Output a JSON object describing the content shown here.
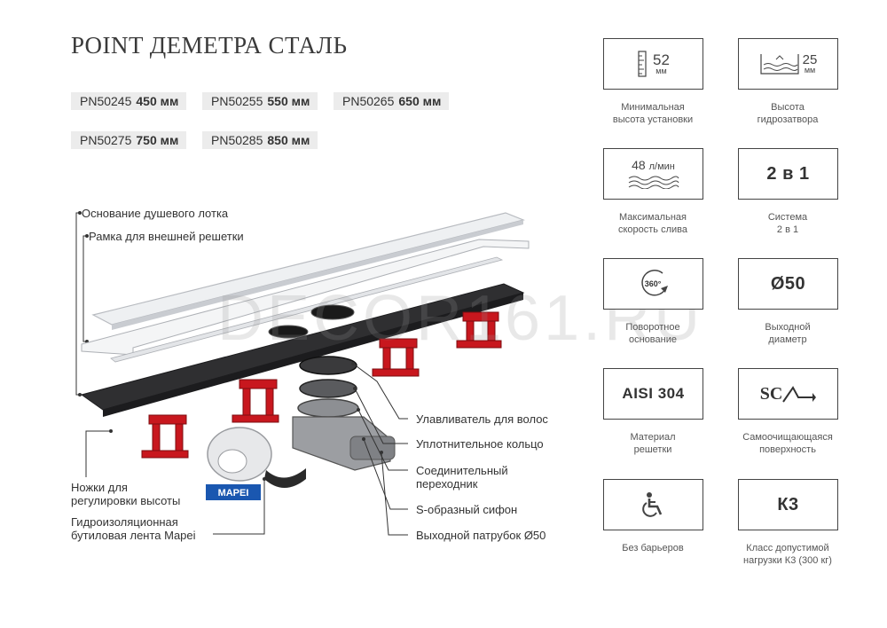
{
  "title": "POINT ДЕМЕТРА СТАЛЬ",
  "skus": [
    {
      "code": "PN50245",
      "size": "450 мм"
    },
    {
      "code": "PN50255",
      "size": "550 мм"
    },
    {
      "code": "PN50265",
      "size": "650 мм"
    },
    {
      "code": "PN50275",
      "size": "750 мм"
    },
    {
      "code": "PN50285",
      "size": "850 мм"
    }
  ],
  "callouts": {
    "base": "Основание душевого лотка",
    "frame": "Рамка для внешней решетки",
    "legs_1": "Ножки для",
    "legs_2": "регулировки высоты",
    "tape_1": "Гидроизоляционная",
    "tape_2": "бутиловая лента Mapei",
    "hair": "Улавливатель для волос",
    "ring": "Уплотнительное кольцо",
    "adapter_1": "Соединительный",
    "adapter_2": "переходник",
    "siphon": "S-образный сифон",
    "outlet": "Выходной патрубок Ø50"
  },
  "brand_logo": "MAPEI",
  "watermark": "DECOR161.RU",
  "features": [
    {
      "icon": "ruler-icon",
      "value": "52",
      "unit": "мм",
      "cap1": "Минимальная",
      "cap2": "высота установки"
    },
    {
      "icon": "water-level-icon",
      "value": "25",
      "unit": "мм",
      "cap1": "Высота",
      "cap2": "гидрозатвора"
    },
    {
      "icon": "flow-waves-icon",
      "value": "48",
      "unit": "л/мин",
      "cap1": "Максимальная",
      "cap2": "скорость слива"
    },
    {
      "icon": "",
      "value": "2 в 1",
      "unit": "",
      "cap1": "Система",
      "cap2": "2 в 1"
    },
    {
      "icon": "rotate-360-icon",
      "value": "360°",
      "unit": "",
      "cap1": "Поворотное",
      "cap2": "основание"
    },
    {
      "icon": "",
      "value": "Ø50",
      "unit": "",
      "cap1": "Выходной",
      "cap2": "диаметр"
    },
    {
      "icon": "",
      "value": "AISI 304",
      "unit": "",
      "cap1": "Материал",
      "cap2": "решетки"
    },
    {
      "icon": "self-cleaning-icon",
      "value": "SC",
      "unit": "",
      "cap1": "Самоочищающаяся",
      "cap2": "поверхность"
    },
    {
      "icon": "wheelchair-icon",
      "value": "",
      "unit": "",
      "cap1": "Без барьеров",
      "cap2": ""
    },
    {
      "icon": "",
      "value": "К3",
      "unit": "",
      "cap1": "Класс допустимой",
      "cap2": "нагрузки К3 (300 кг)"
    }
  ],
  "colors": {
    "legs": "#c8171e",
    "base": "#2f2f31",
    "steel": "#e9eaec",
    "frame_line": "#444444"
  }
}
